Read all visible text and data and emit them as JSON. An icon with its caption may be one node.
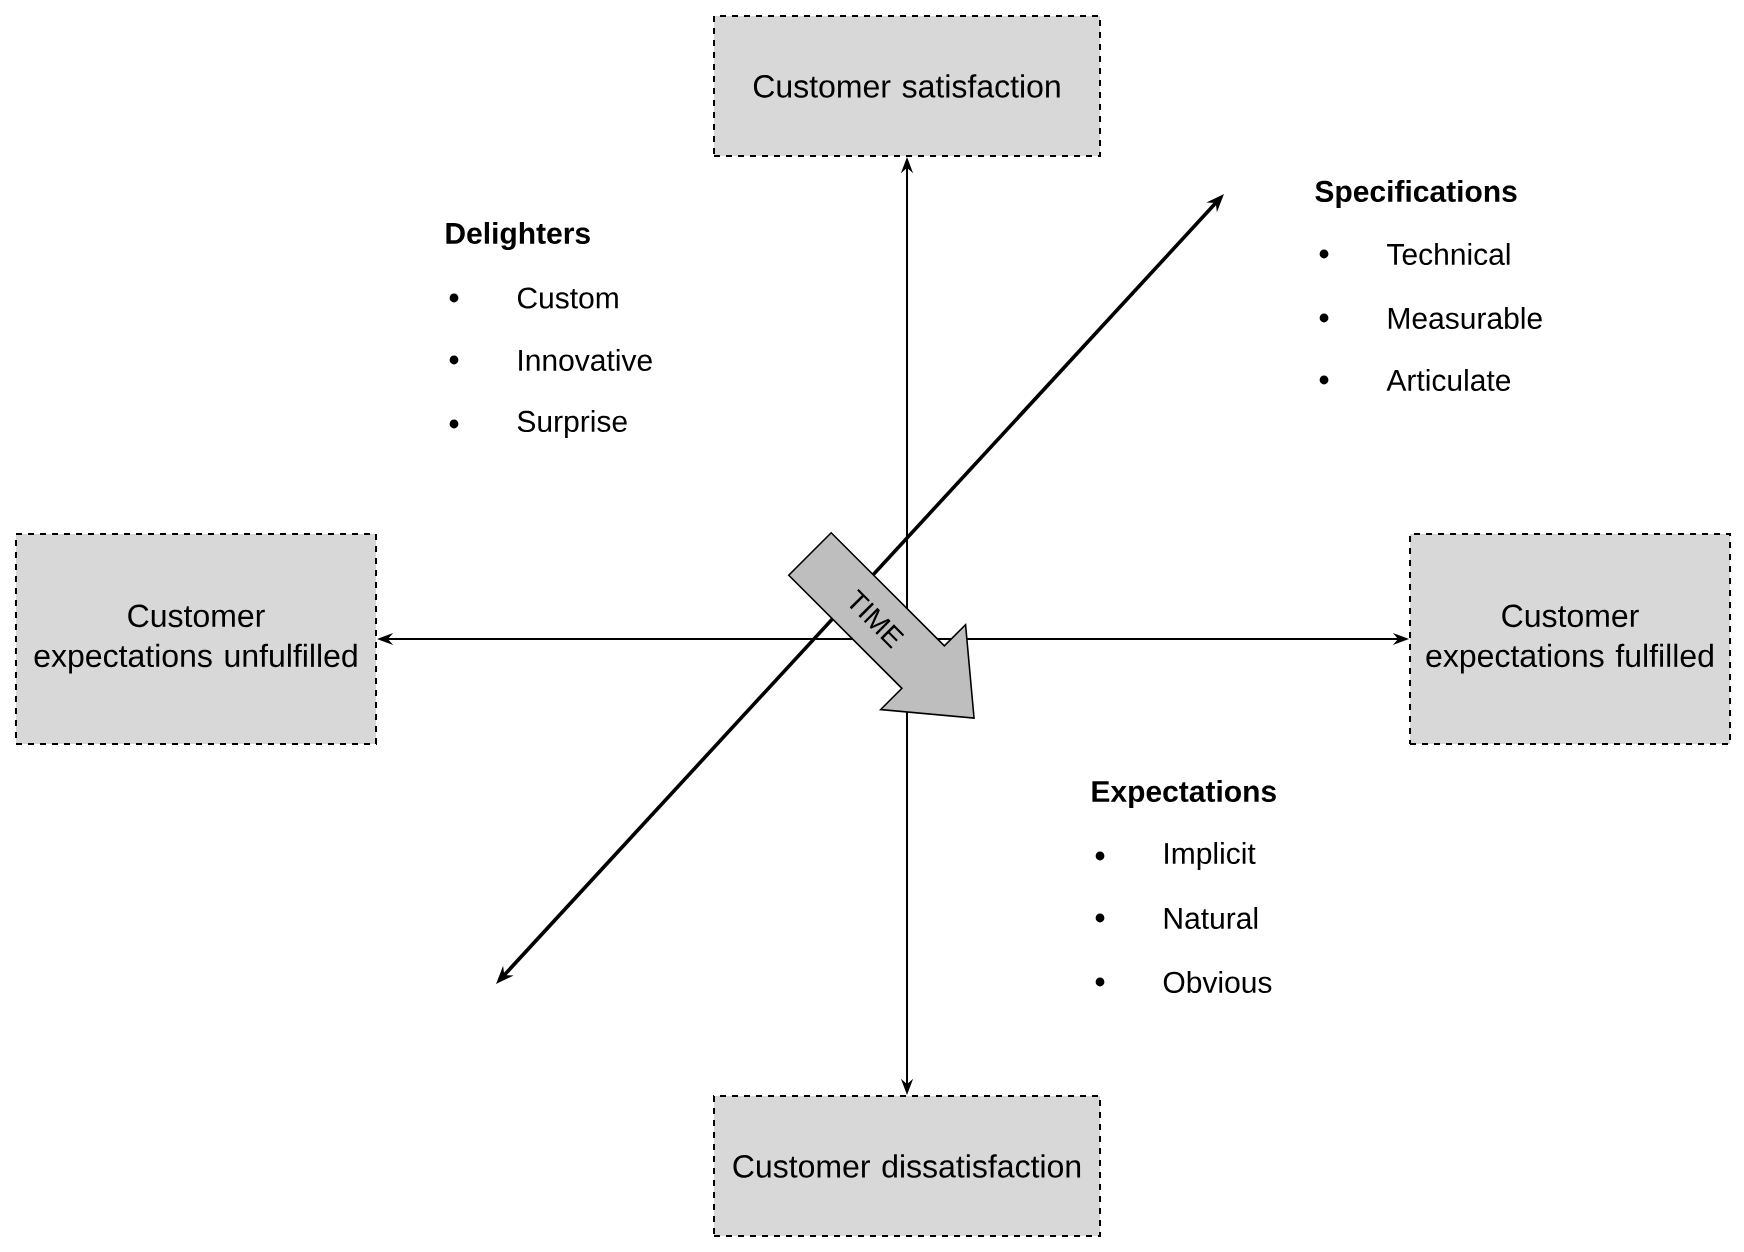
{
  "diagram": {
    "nodes": [
      {
        "text": [
          "Customer satisfaction"
        ]
      },
      {
        "text": [
          "Customer expectations unfulfilled"
        ]
      },
      {
        "text": [
          "Customer expectations fulfilled"
        ]
      },
      {
        "text": [
          "Customer dissatisfaction"
        ]
      }
    ],
    "edges": [
      {
        "from": 0,
        "to": 3,
        "arrow": "both"
      },
      {
        "from": 1,
        "to": 2,
        "arrow": "both"
      }
    ],
    "labels": [
      "Delighters",
      "Custom",
      "Innovative",
      "Surprise",
      "Specifications",
      "Technical",
      "Measurable",
      "Articulate",
      "Expectations",
      "Implicit",
      "Natural",
      "Obvious",
      "TIME"
    ]
  }
}
